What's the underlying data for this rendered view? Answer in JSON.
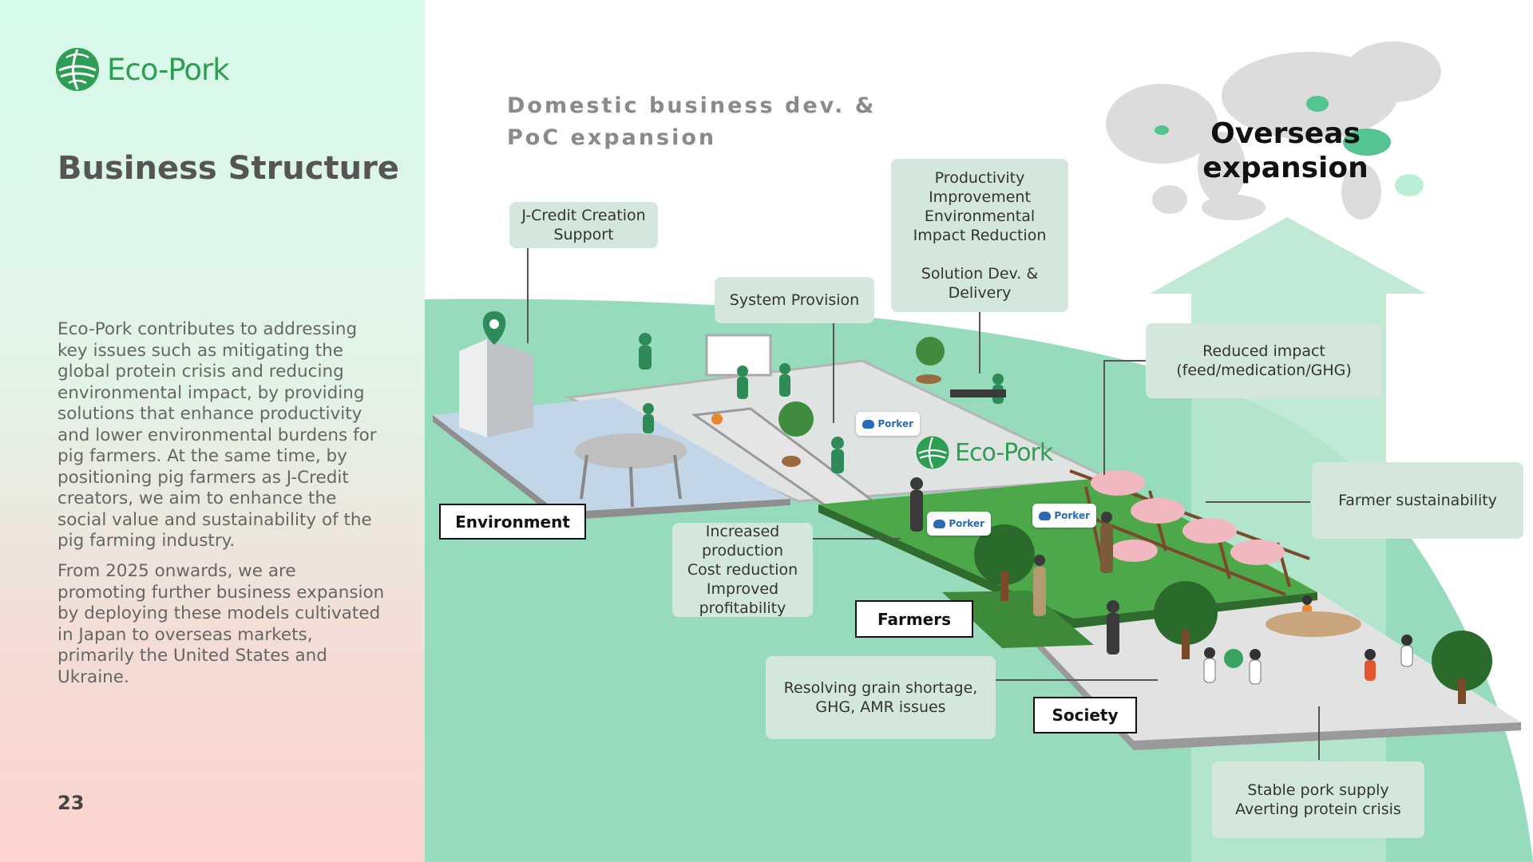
{
  "brand": {
    "name": "Eco-Pork",
    "color": "#2e9e55",
    "icon": "globe-leaf-icon"
  },
  "page_title": "Business Structure",
  "paragraphs": {
    "p1": "Eco-Pork contributes to addressing key issues such as mitigating the global protein crisis and reducing environmental impact, by providing solutions that enhance productivity and lower environmental burdens for pig farmers. At the same time, by positioning pig farmers as J-Credit creators, we aim to enhance the social value and sustainability of the pig farming industry.",
    "p2": "From 2025 onwards, we are promoting further business expansion by deploying these models cultivated in Japan to overseas markets, primarily the United States and Ukraine."
  },
  "page_number": "23",
  "diagram": {
    "domestic_heading": [
      "Domestic business dev. &",
      "PoC expansion"
    ],
    "overseas_heading": [
      "Overseas",
      "expansion"
    ],
    "callouts": {
      "jcredit": [
        "J-Credit Creation",
        "Support"
      ],
      "system": "System Provision",
      "productivity": [
        "Productivity",
        "Improvement",
        "Environmental",
        "Impact Reduction",
        "Solution Dev. &",
        "Delivery"
      ],
      "reduced_impact": [
        "Reduced impact",
        "(feed/medication/GHG)"
      ],
      "farmer_sustainability": "Farmer sustainability",
      "increased": [
        "Increased",
        "production",
        "Cost reduction",
        "Improved",
        "profitability"
      ],
      "resolving": [
        "Resolving grain shortage,",
        "GHG, AMR issues"
      ],
      "stable": [
        "Stable pork supply",
        "Averting protein crisis"
      ]
    },
    "labels": {
      "environment": "Environment",
      "farmers": "Farmers",
      "society": "Society"
    },
    "porker_label": "Porker",
    "colors": {
      "mint_background": "#97dbbd",
      "callout_fill": "#d3e7dc",
      "farm_green": "#4da84a",
      "environment_platform": "#bfd3e6",
      "gray_platform": "#dcdcdc",
      "highlight_country": "#55c493",
      "pig": "#f2b8c0"
    }
  }
}
